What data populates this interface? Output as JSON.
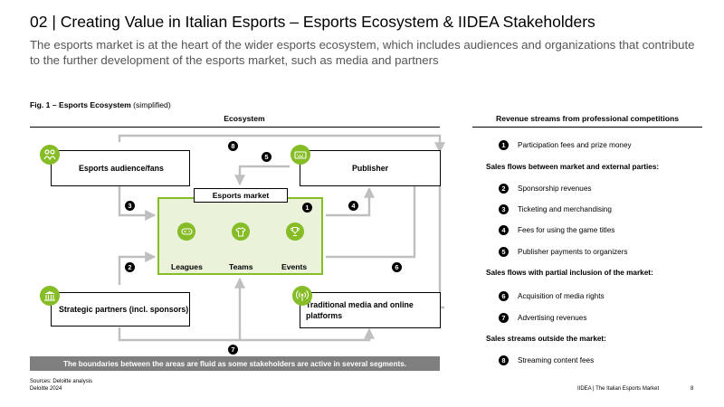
{
  "header": {
    "title": "02 | Creating Value in Italian Esports – Esports Ecosystem & IIDEA Stakeholders",
    "subtitle": "The esports market is at the heart of the wider esports ecosystem, which includes audiences and organizations that contribute to the further development of the esports market, such as media and partners"
  },
  "figure": {
    "caption_bold": "Fig. 1 – Esports Ecosystem",
    "caption_rest": " (simplified)"
  },
  "diagram": {
    "ecosystem_heading": "Ecosystem",
    "nodes": {
      "audience": "Esports audience/fans",
      "publisher": "Publisher",
      "partners": "Strategic partners (incl. sponsors)",
      "media": "Traditional media and online platforms",
      "market": "Esports market"
    },
    "segments": [
      "Leagues",
      "Teams",
      "Events"
    ],
    "icons": {
      "audience": "people-icon",
      "publisher": "keyboard-icon",
      "partners": "bank-icon",
      "media": "broadcast-icon",
      "leagues": "gamepad-icon",
      "teams": "shirt-icon",
      "events": "trophy-icon"
    },
    "flow_numbers": [
      "1",
      "2",
      "3",
      "4",
      "5",
      "6",
      "7",
      "8"
    ],
    "banner": "The boundaries between the areas are fluid as some stakeholders are active in several segments.",
    "accent_color": "#86bc25"
  },
  "revenue": {
    "heading": "Revenue streams from professional competitions",
    "items": [
      {
        "num": "1",
        "text": "Participation fees and prize money"
      },
      {
        "num": "2",
        "text": "Sponsorship revenues"
      },
      {
        "num": "3",
        "text": "Ticketing and merchandising"
      },
      {
        "num": "4",
        "text": "Fees for using the game titles"
      },
      {
        "num": "5",
        "text": "Publisher payments to organizers"
      },
      {
        "num": "6",
        "text": "Acquisition of media rights"
      },
      {
        "num": "7",
        "text": "Advertising revenues"
      },
      {
        "num": "8",
        "text": "Streaming content fees"
      }
    ],
    "sections": [
      "Sales flows between market and external parties:",
      "Sales flows with partial inclusion of the market:",
      "Sales streams outside the market:"
    ]
  },
  "footer": {
    "sources": "Sources: Deloitte analysis",
    "org": "Deloitte 2024",
    "right": "IIDEA | The Italian Esports Market",
    "page": "8"
  }
}
